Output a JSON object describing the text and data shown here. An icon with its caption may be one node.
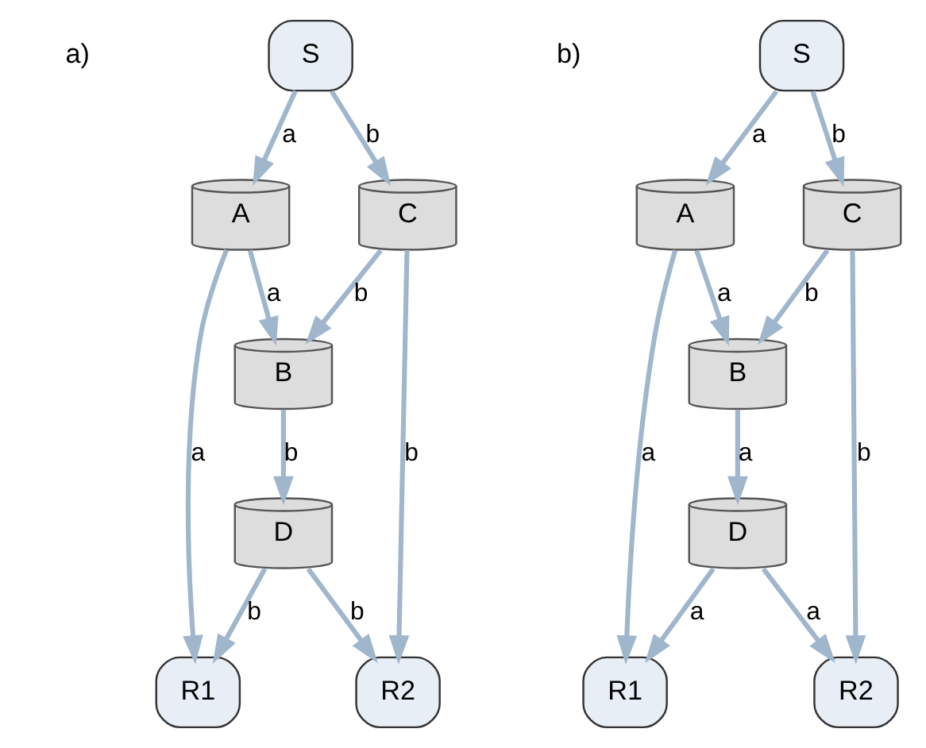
{
  "diagram": {
    "nodes": [
      {
        "text": [
          "S"
        ]
      },
      {
        "text": [
          "A"
        ]
      },
      {
        "text": [
          "C"
        ]
      },
      {
        "text": [
          "B"
        ]
      },
      {
        "text": [
          "D"
        ]
      },
      {
        "text": [
          "R1"
        ]
      },
      {
        "text": [
          "R2"
        ]
      },
      {
        "text": [
          "S"
        ]
      },
      {
        "text": [
          "A"
        ]
      },
      {
        "text": [
          "C"
        ]
      },
      {
        "text": [
          "B"
        ]
      },
      {
        "text": [
          "D"
        ]
      },
      {
        "text": [
          "R1"
        ]
      },
      {
        "text": [
          "R2"
        ]
      }
    ],
    "edges": [
      {
        "from": 0,
        "to": 1,
        "arrow": "to",
        "label": "a"
      },
      {
        "from": 0,
        "to": 2,
        "arrow": "to",
        "label": "b"
      },
      {
        "from": 1,
        "to": 3,
        "arrow": "to",
        "label": "a"
      },
      {
        "from": 2,
        "to": 3,
        "arrow": "to",
        "label": "b"
      },
      {
        "from": 1,
        "to": 5,
        "arrow": "to",
        "label": "a"
      },
      {
        "from": 2,
        "to": 6,
        "arrow": "to",
        "label": "b"
      },
      {
        "from": 3,
        "to": 4,
        "arrow": "to",
        "label": "b"
      },
      {
        "from": 4,
        "to": 5,
        "arrow": "to",
        "label": "b"
      },
      {
        "from": 4,
        "to": 6,
        "arrow": "to",
        "label": "b"
      },
      {
        "from": 7,
        "to": 8,
        "arrow": "to",
        "label": "a"
      },
      {
        "from": 7,
        "to": 9,
        "arrow": "to",
        "label": "b"
      },
      {
        "from": 8,
        "to": 10,
        "arrow": "to",
        "label": "a"
      },
      {
        "from": 9,
        "to": 10,
        "arrow": "to",
        "label": "b"
      },
      {
        "from": 8,
        "to": 12,
        "arrow": "to",
        "label": "a"
      },
      {
        "from": 9,
        "to": 13,
        "arrow": "to",
        "label": "b"
      },
      {
        "from": 10,
        "to": 11,
        "arrow": "to",
        "label": "a"
      },
      {
        "from": 11,
        "to": 12,
        "arrow": "to",
        "label": "a"
      },
      {
        "from": 11,
        "to": 13,
        "arrow": "to",
        "label": "a"
      }
    ],
    "labels": [
      "a)",
      "b)"
    ]
  }
}
